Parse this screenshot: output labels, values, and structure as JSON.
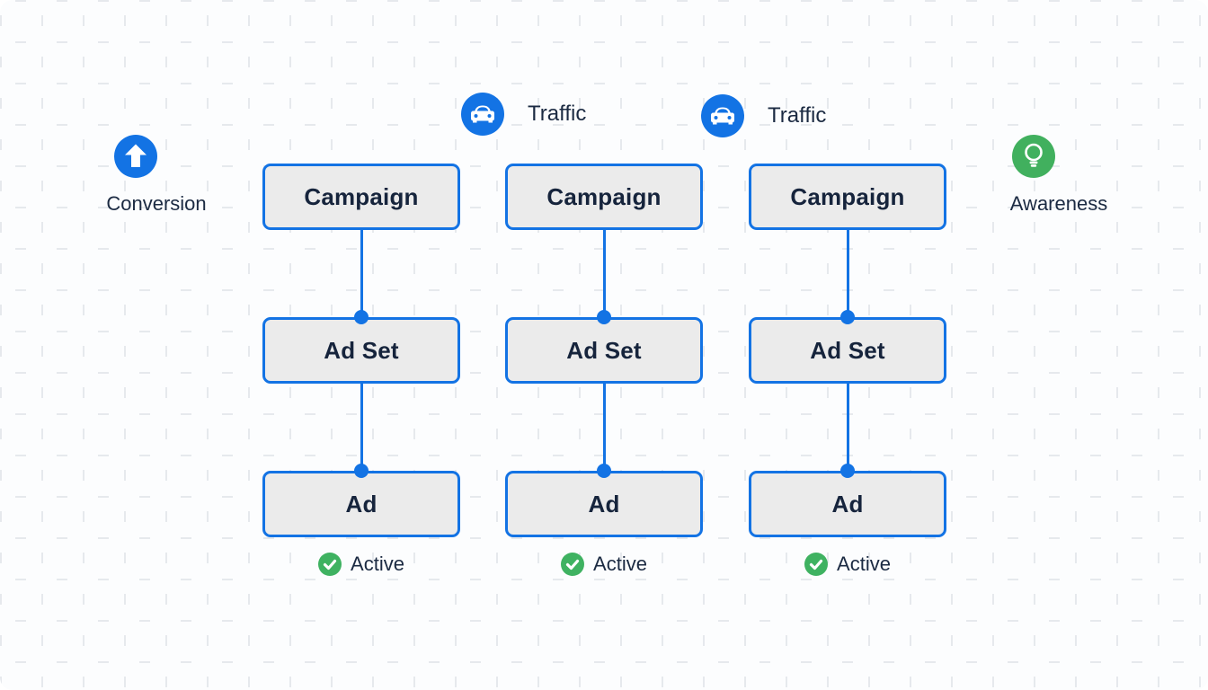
{
  "objectives": {
    "conversion": {
      "label": "Conversion",
      "icon": "arrow-up-icon"
    },
    "traffic1": {
      "label": "Traffic",
      "icon": "car-icon"
    },
    "traffic2": {
      "label": "Traffic",
      "icon": "car-icon"
    },
    "awareness": {
      "label": "Awareness",
      "icon": "lightbulb-icon"
    }
  },
  "columns": [
    {
      "campaign": "Campaign",
      "adset": "Ad Set",
      "ad": "Ad",
      "status": "Active",
      "status_icon": "check-icon"
    },
    {
      "campaign": "Campaign",
      "adset": "Ad Set",
      "ad": "Ad",
      "status": "Active",
      "status_icon": "check-icon"
    },
    {
      "campaign": "Campaign",
      "adset": "Ad Set",
      "ad": "Ad",
      "status": "Active",
      "status_icon": "check-icon"
    }
  ],
  "colors": {
    "blue": "#1373e4",
    "green": "#3fb261",
    "navy_text": "#1b2a42",
    "node_fill": "#ebebeb",
    "grid_dash": "#e6e9ed",
    "background": "#fcfdfe"
  }
}
